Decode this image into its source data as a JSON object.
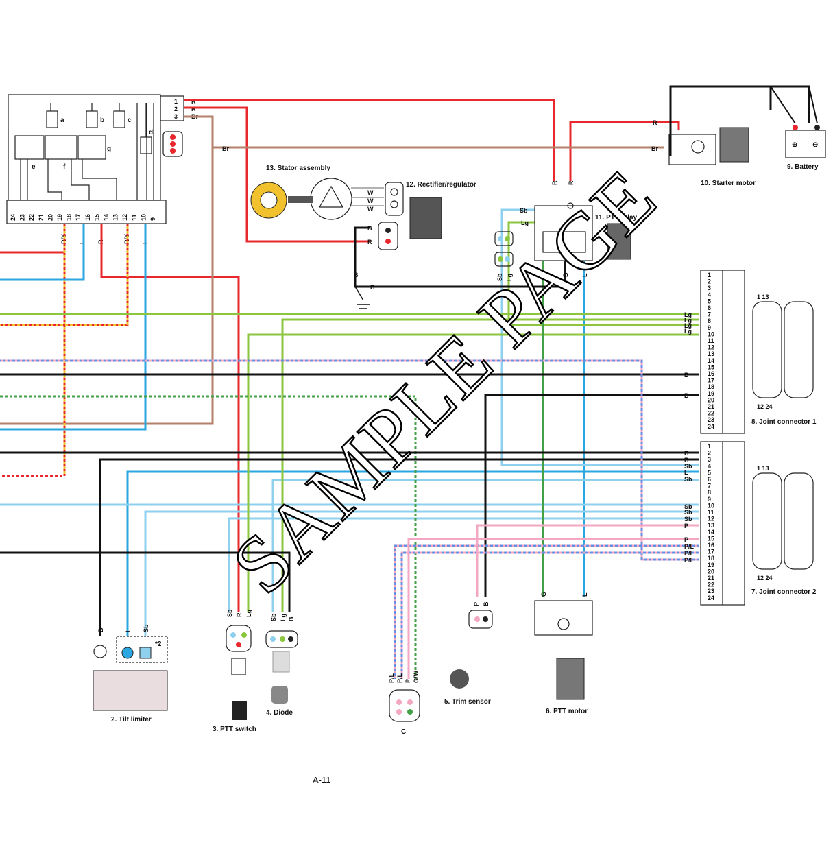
{
  "watermark": "SAMPLE PAGE",
  "page_number": "A-11",
  "components": {
    "c2": "2. Tilt limiter",
    "c3": "3. PTT switch",
    "c4": "4. Diode",
    "c5": "5. Trim sensor",
    "c6": "6. PTT motor",
    "c7": "7. Joint connector 2",
    "c8": "8. Joint connector 1",
    "c9": "9. Battery",
    "c10": "10. Starter motor",
    "c11": "11. PTT relay",
    "c12": "12. Rectifier/regulator",
    "c13": "13. Stator assembly",
    "c_plug": "C"
  },
  "note_mark": "*2",
  "fuse_labels": [
    "a",
    "b",
    "c",
    "d"
  ],
  "relay_labels": [
    "e",
    "f",
    "g"
  ],
  "ecu_pins": [
    "24",
    "23",
    "22",
    "21",
    "20",
    "19",
    "18",
    "17",
    "16",
    "15",
    "14",
    "13",
    "12",
    "11",
    "10",
    "9"
  ],
  "ecu_wire_labels": [
    "R/Y",
    "L",
    "R",
    "R/Y",
    "L"
  ],
  "fuse_box_pins": [
    "1",
    "2",
    "3"
  ],
  "fuse_box_wires": [
    "R",
    "R",
    "Br"
  ],
  "joint_pin_numbers": [
    "1",
    "2",
    "3",
    "4",
    "5",
    "6",
    "7",
    "8",
    "9",
    "10",
    "11",
    "12",
    "13",
    "14",
    "15",
    "16",
    "17",
    "18",
    "19",
    "20",
    "21",
    "22",
    "23",
    "24"
  ],
  "connector_face_numbers": {
    "top": "1  13",
    "bottom": "12 24"
  },
  "jc1_wire_labels": [
    "Lg",
    "Lg",
    "Lg",
    "Lg",
    "B",
    "B"
  ],
  "jc2_wire_labels": [
    "B",
    "B",
    "Sb",
    "L",
    "Sb",
    "Sb",
    "Sb",
    "Sb",
    "P",
    "P",
    "P/L",
    "P/L",
    "P/L"
  ],
  "misc_wire_labels": {
    "br_mid": "Br",
    "battery_r": "R",
    "starter_br": "Br",
    "relay_r1": "R",
    "relay_r2": "R",
    "relay_sb": "Sb",
    "relay_lg": "Lg",
    "relay_g": "G",
    "relay_b": "B",
    "relay_l": "L",
    "rect_w1": "W",
    "rect_w2": "W",
    "rect_w3": "W",
    "rect_b": "B",
    "rect_r": "R",
    "ground_b1": "B",
    "ground_b2": "B",
    "conn_sb": "Sb",
    "conn_lg": "Lg",
    "tl_b": "B",
    "tl_l": "L",
    "tl_sb": "Sb",
    "ptt_sb": "Sb",
    "ptt_r": "R",
    "ptt_lg": "Lg",
    "diode_sb": "Sb",
    "diode_lg": "Lg",
    "diode_b": "B",
    "c_pl1": "P/L",
    "c_pl2": "P/L",
    "c_p": "P",
    "c_gw": "G/W",
    "trim_p": "P",
    "trim_b": "B",
    "motor_g": "G",
    "motor_l": "L"
  },
  "wire_colors": {
    "R": "#e8282d",
    "Br": "#b5806a",
    "B": "#111111",
    "L": "#2aa6e0",
    "Sb": "#8fd0ee",
    "Lg": "#8cc63f",
    "G": "#43a047",
    "P": "#f4a7c3",
    "RY": "#f2c12e"
  }
}
